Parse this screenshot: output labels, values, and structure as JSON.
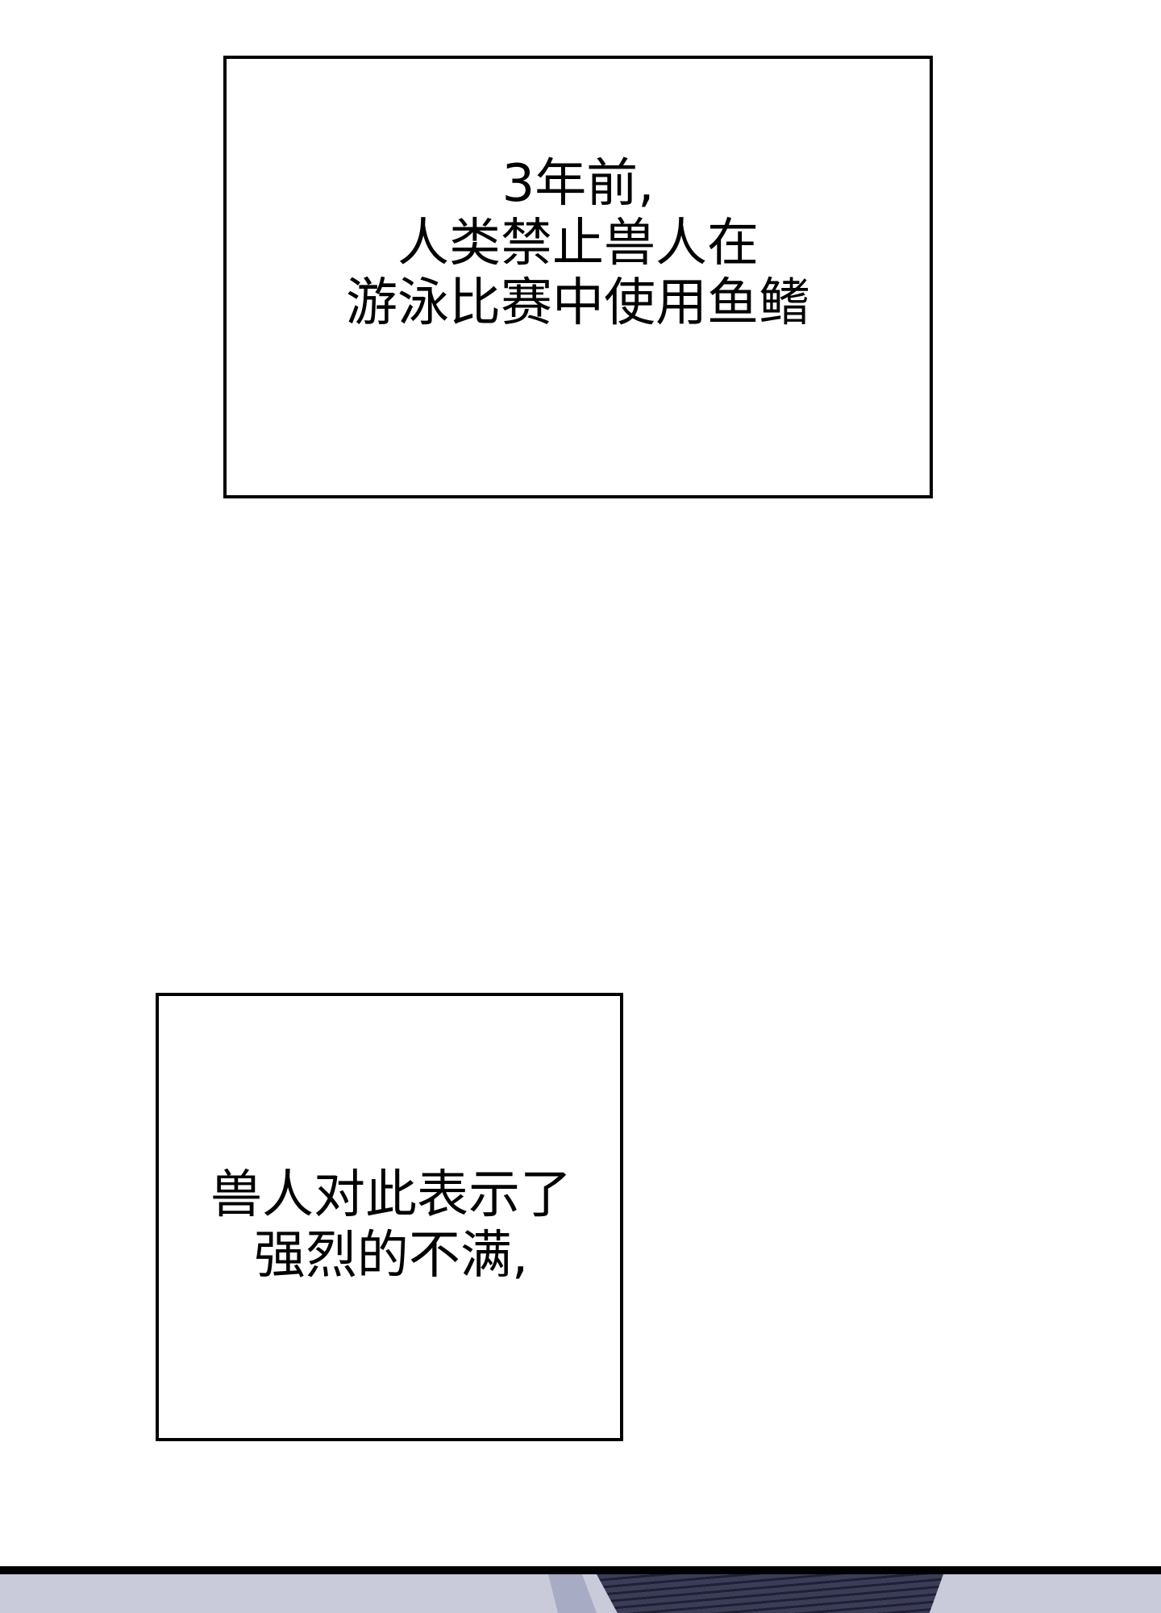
{
  "captions": [
    {
      "lines": [
        "3年前,",
        "人类禁止兽人在",
        "游泳比赛中使用鱼鳍"
      ]
    },
    {
      "lines": [
        "兽人对此表示了",
        "强烈的不满,"
      ]
    }
  ],
  "colors": {
    "background": "#ffffff",
    "border": "#000000",
    "text": "#000000",
    "band_light": "#c9cbdb",
    "band_dark": "#2a2b45"
  }
}
